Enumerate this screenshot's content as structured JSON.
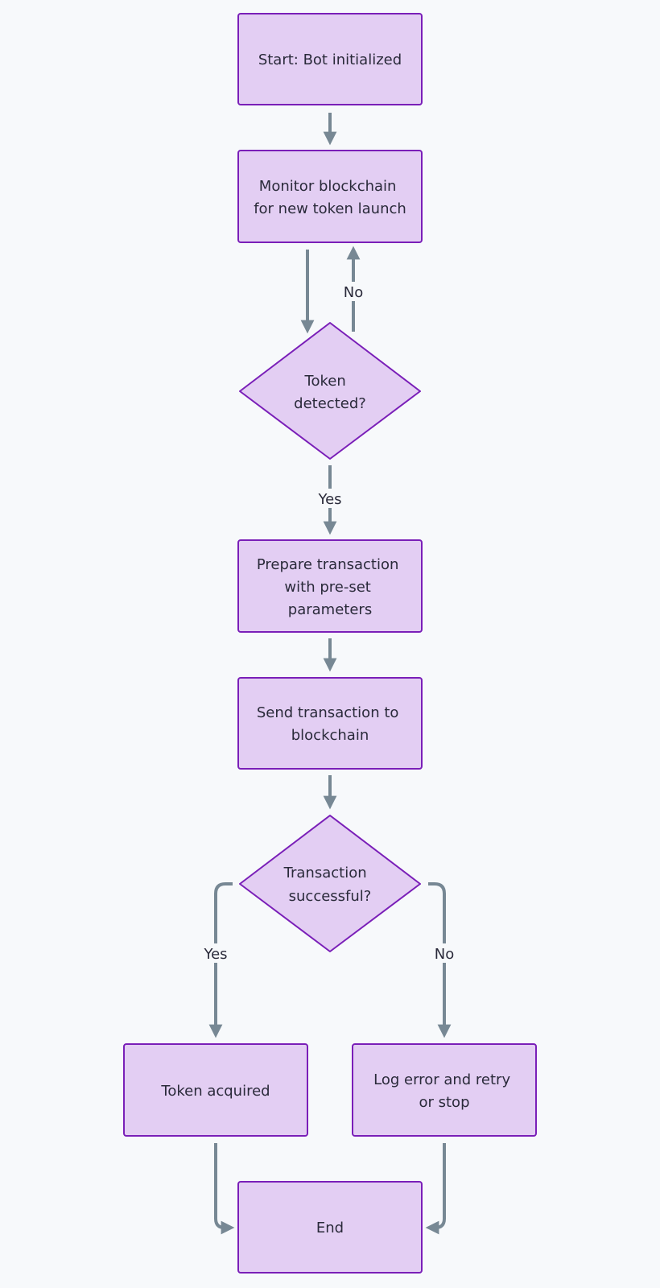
{
  "colors": {
    "background": "#f7f9fb",
    "node_fill": "#e3cef3",
    "node_stroke": "#7a1fb8",
    "edge": "#778894",
    "text": "#2a2a3a"
  },
  "nodes": {
    "start": {
      "lines": [
        "Start: Bot initialized"
      ]
    },
    "monitor": {
      "lines": [
        "Monitor blockchain",
        "for new token launch"
      ]
    },
    "token_detected": {
      "lines": [
        "Token",
        "detected?"
      ]
    },
    "prepare": {
      "lines": [
        "Prepare transaction",
        "with pre-set",
        "parameters"
      ]
    },
    "send": {
      "lines": [
        "Send transaction to",
        "blockchain"
      ]
    },
    "tx_success": {
      "lines": [
        "Transaction",
        "successful?"
      ]
    },
    "acquired": {
      "lines": [
        "Token acquired"
      ]
    },
    "log_error": {
      "lines": [
        "Log error and retry",
        "or stop"
      ]
    },
    "end": {
      "lines": [
        "End"
      ]
    }
  },
  "edges": {
    "detected_no": "No",
    "detected_yes": "Yes",
    "success_yes": "Yes",
    "success_no": "No"
  }
}
